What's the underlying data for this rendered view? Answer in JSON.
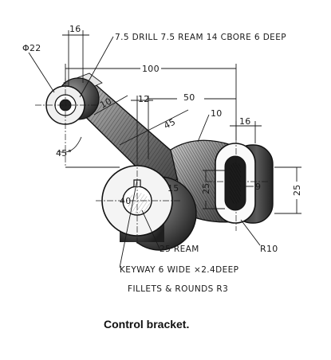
{
  "labels": {
    "dia_22": "Φ22",
    "dim_16_top": "16",
    "drill_note": "7.5 DRILL 7.5 REAM 14 CBORE 6 DEEP",
    "dim_100": "100",
    "dim_12": "12",
    "dim_50": "50",
    "dim_10_top": "10",
    "dim_10_arm": "10",
    "dim_45_len": "45",
    "dim_16_right": "16",
    "angle_45": "45°",
    "dia_40": "40",
    "dim_15": "15",
    "dim_25_mid": "25",
    "dim_9": "9",
    "dim_25_right": "25",
    "ream_note": "25 REAM",
    "radius_note": "R10",
    "keyway_note": "KEYWAY 6 WIDE ×2.4DEEP",
    "fillets_note": "FILLETS & ROUNDS R3"
  },
  "caption": "Control bracket."
}
